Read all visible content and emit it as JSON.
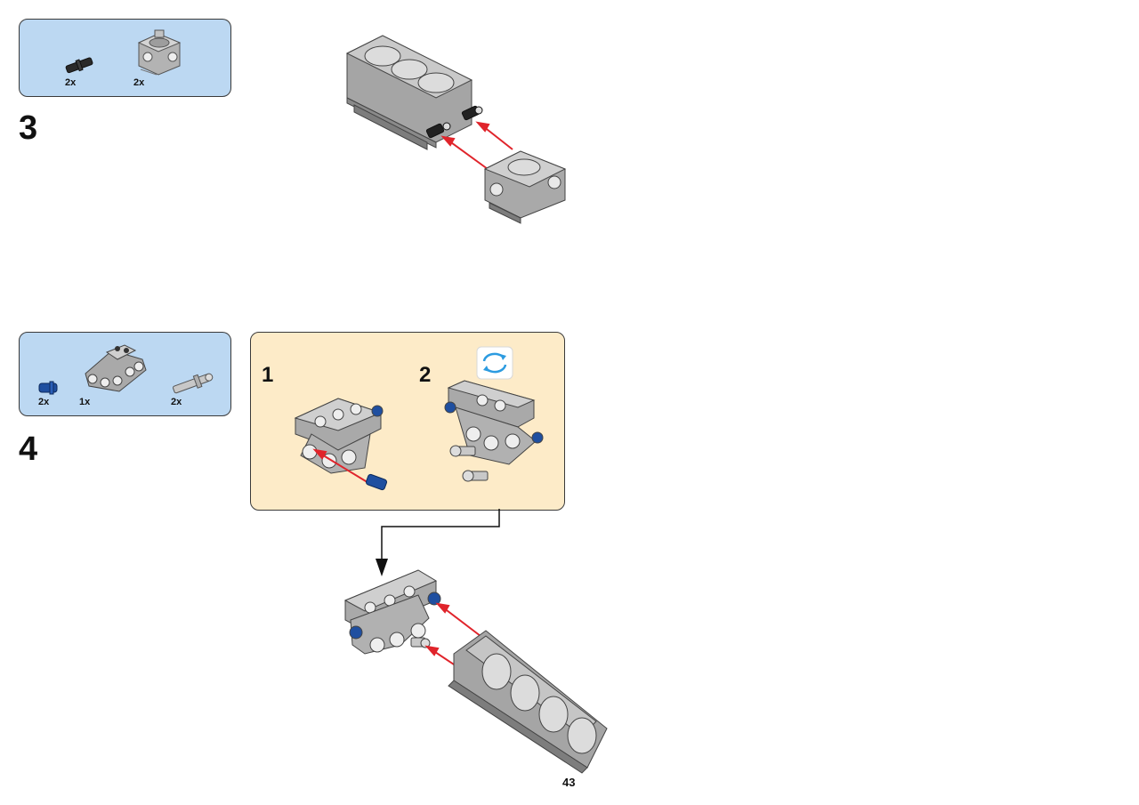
{
  "step3": {
    "number": "3",
    "parts": [
      {
        "qty": "2x",
        "icon": "black-connector-pin-icon"
      },
      {
        "qty": "2x",
        "icon": "engine-cylinder-icon"
      }
    ]
  },
  "step4": {
    "number": "4",
    "parts": [
      {
        "qty": "2x",
        "icon": "blue-axle-pin-icon"
      },
      {
        "qty": "1x",
        "icon": "engine-crankcase-frame-icon"
      },
      {
        "qty": "2x",
        "icon": "light-grey-axle-pin-icon"
      }
    ],
    "substeps": [
      {
        "number": "1"
      },
      {
        "number": "2"
      }
    ],
    "rotate_icon": "rotate-model-icon"
  },
  "page": {
    "number": "43"
  },
  "colors": {
    "parts_box": "#bcd8f2",
    "substep_box": "#fdebc8",
    "arrow": "#e0242b",
    "brick_grey": "#a9a9a9",
    "pin_blue": "#1f4fa0"
  }
}
